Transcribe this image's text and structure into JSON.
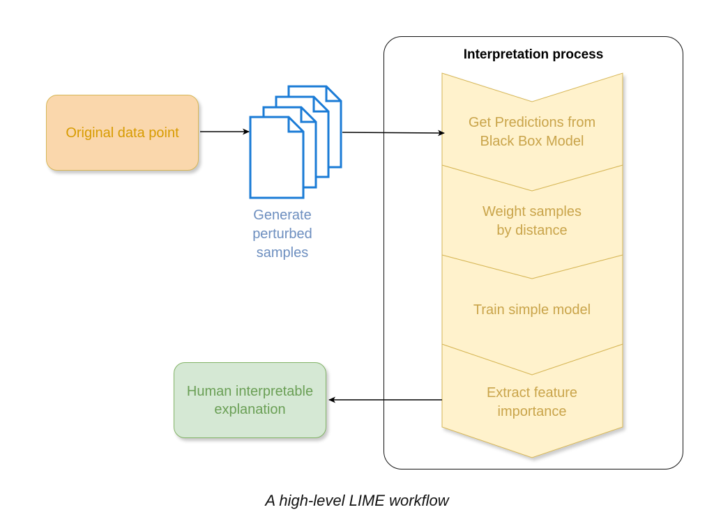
{
  "diagram": {
    "original_data_point": "Original data point",
    "samples_label": "Generate\nperturbed\nsamples",
    "process_title": "Interpretation process",
    "steps": [
      "Get Predictions from\nBlack Box Model",
      "Weight samples\nby distance",
      "Train simple model",
      "Extract feature\nimportance"
    ],
    "human_explanation": "Human interpretable\nexplanation",
    "caption": "A high-level LIME workflow"
  },
  "colors": {
    "original_fill": "#fad7ac",
    "original_text": "#d79b00",
    "human_fill": "#d5e8d4",
    "human_text": "#6a9f55",
    "step_fill": "#fff2cc",
    "step_text": "#c9a44a",
    "document_stroke": "#1a7bd6",
    "samples_text": "#6c8ebf"
  }
}
